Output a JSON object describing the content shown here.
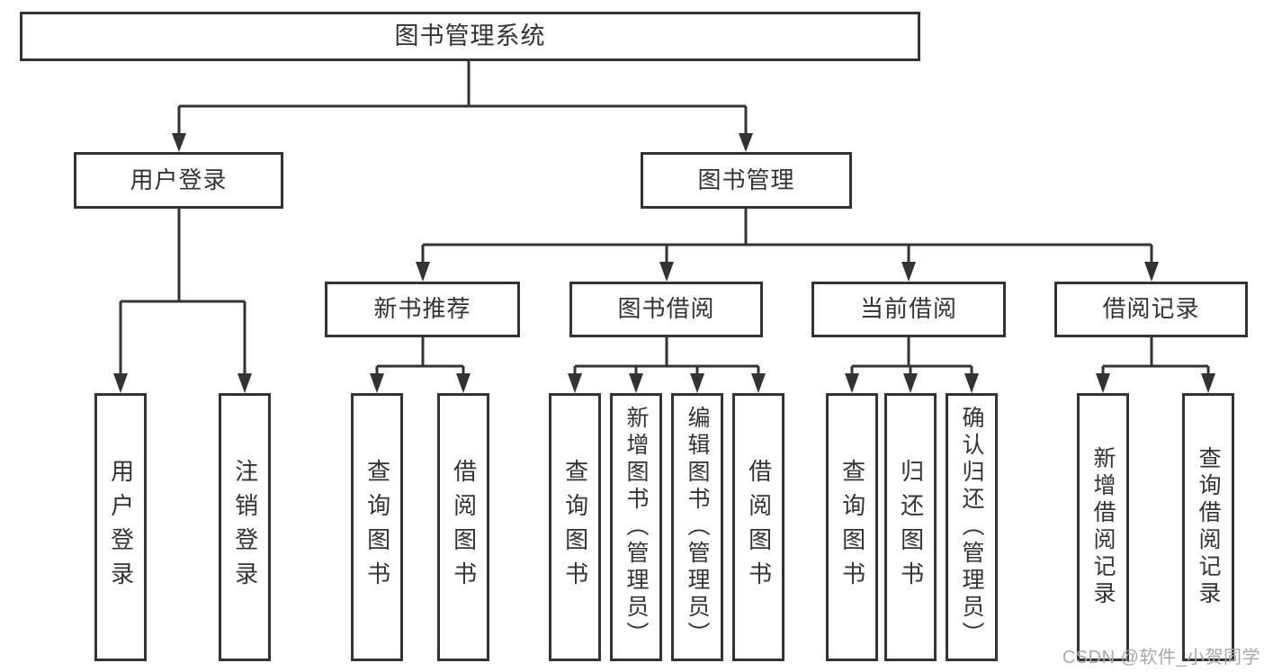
{
  "diagram": {
    "root": {
      "label": "图书管理系统"
    },
    "branches": [
      {
        "label": "用户登录",
        "leaves": [
          {
            "label": "用户登录"
          },
          {
            "label": "注销登录"
          }
        ]
      },
      {
        "label": "图书管理",
        "groups": [
          {
            "label": "新书推荐",
            "leaves": [
              {
                "label": "查询图书"
              },
              {
                "label": "借阅图书"
              }
            ]
          },
          {
            "label": "图书借阅",
            "leaves": [
              {
                "label": "查询图书"
              },
              {
                "label": "新增图书（管理员）"
              },
              {
                "label": "编辑图书（管理员）"
              },
              {
                "label": "借阅图书"
              }
            ]
          },
          {
            "label": "当前借阅",
            "leaves": [
              {
                "label": "查询图书"
              },
              {
                "label": "归还图书"
              },
              {
                "label": "确认归还（管理员）"
              }
            ]
          },
          {
            "label": "借阅记录",
            "leaves": [
              {
                "label": "新增借阅记录"
              },
              {
                "label": "查询借阅记录"
              }
            ]
          }
        ]
      }
    ]
  },
  "watermark": {
    "text": "CSDN @软件_小贺同学"
  },
  "colors": {
    "background": "#ffffff",
    "line": "#333333",
    "box_border": "#333333",
    "text": "#333333",
    "watermark": "#a8a8a8"
  }
}
